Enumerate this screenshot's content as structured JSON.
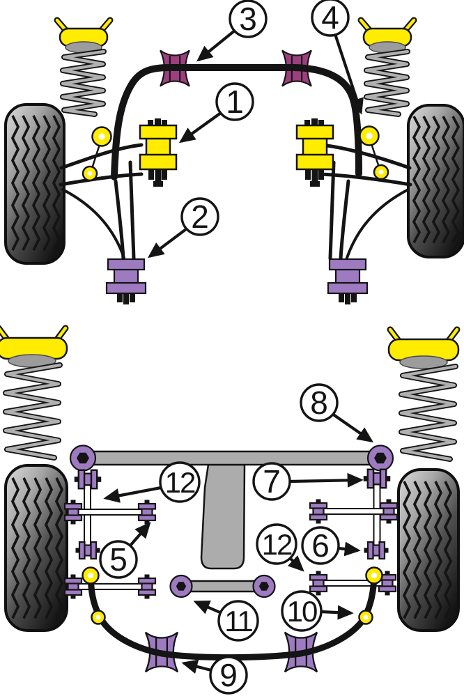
{
  "figure": {
    "type": "car-suspension-bushing-diagram",
    "background": "#FFFFFF",
    "colors": {
      "bushMagenta": "#9C3F7E",
      "bushLavender": "#9E7BC1",
      "partYellow": "#FFEC00",
      "metalGray": "#ACACAC",
      "outline": "#141414",
      "coilGray": "#B0B0B0",
      "calloutFill": "#FFFFFF"
    },
    "views": [
      {
        "name": "front-suspension",
        "callouts": [
          {
            "label": "3",
            "target": "front-anti-roll-bar-bush"
          },
          {
            "label": "4",
            "target": "front-anti-roll-bar-end-link"
          },
          {
            "label": "1",
            "target": "upper-engine-mount-bush"
          },
          {
            "label": "2",
            "target": "lower-engine-mount-bush"
          }
        ]
      },
      {
        "name": "rear-suspension",
        "callouts": [
          {
            "label": "8",
            "target": "rear-beam-mounting-bush"
          },
          {
            "label": "7",
            "target": "rear-upper-link-bush"
          },
          {
            "label": "12",
            "target": "rear-vertical-link-bush"
          },
          {
            "label": "5",
            "target": "rear-lateral-link-bush"
          },
          {
            "label": "12",
            "target": "rear-lower-link-bush"
          },
          {
            "label": "6",
            "target": "rear-outer-link-bush"
          },
          {
            "label": "11",
            "target": "rear-tie-bar-bush"
          },
          {
            "label": "10",
            "target": "rear-anti-roll-bar-link-bush"
          },
          {
            "label": "9",
            "target": "rear-anti-roll-bar-bush"
          }
        ]
      }
    ]
  }
}
